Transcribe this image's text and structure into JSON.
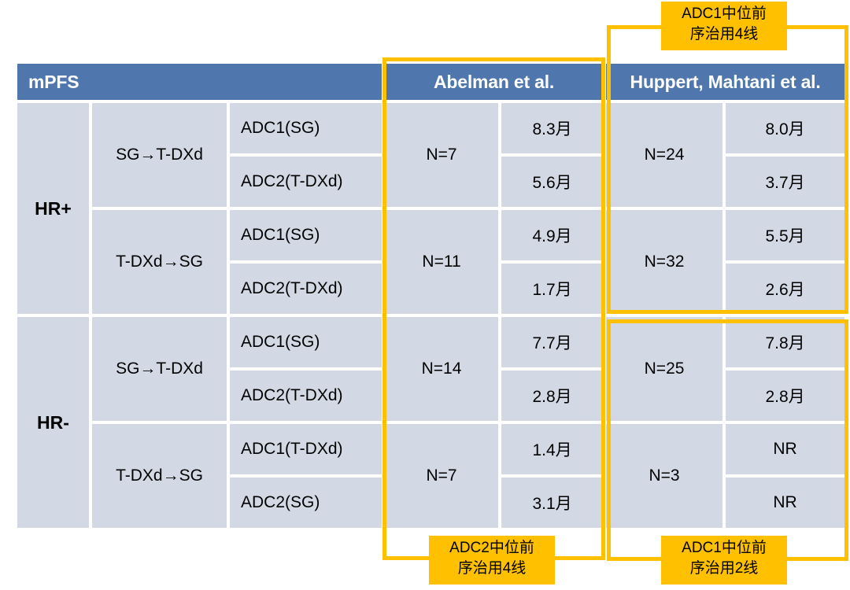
{
  "table": {
    "title": "mPFS",
    "study_columns": [
      "Abelman et al.",
      "Huppert, Mahtani et al."
    ],
    "rows": [
      {
        "group": "HR+",
        "sequence": "SG→T-DXd",
        "adc": "ADC1(SG)",
        "abelman_n": "N=7",
        "abelman_value": "8.3月",
        "huppert_n": "N=24",
        "huppert_value": "8.0月"
      },
      {
        "group": "HR+",
        "sequence": "SG→T-DXd",
        "adc": "ADC2(T-DXd)",
        "abelman_n": "N=7",
        "abelman_value": "5.6月",
        "huppert_n": "N=24",
        "huppert_value": "3.7月"
      },
      {
        "group": "HR+",
        "sequence": "T-DXd→SG",
        "adc": "ADC1(SG)",
        "abelman_n": "N=11",
        "abelman_value": "4.9月",
        "huppert_n": "N=32",
        "huppert_value": "5.5月"
      },
      {
        "group": "HR+",
        "sequence": "T-DXd→SG",
        "adc": "ADC2(T-DXd)",
        "abelman_n": "N=11",
        "abelman_value": "1.7月",
        "huppert_n": "N=32",
        "huppert_value": "2.6月"
      },
      {
        "group": "HR-",
        "sequence": "SG→T-DXd",
        "adc": "ADC1(SG)",
        "abelman_n": "N=14",
        "abelman_value": "7.7月",
        "huppert_n": "N=25",
        "huppert_value": "7.8月"
      },
      {
        "group": "HR-",
        "sequence": "SG→T-DXd",
        "adc": "ADC2(T-DXd)",
        "abelman_n": "N=14",
        "abelman_value": "2.8月",
        "huppert_n": "N=25",
        "huppert_value": "2.8月"
      },
      {
        "group": "HR-",
        "sequence": "T-DXd→SG",
        "adc": "ADC1(T-DXd)",
        "abelman_n": "N=7",
        "abelman_value": "1.4月",
        "huppert_n": "N=3",
        "huppert_value": "NR"
      },
      {
        "group": "HR-",
        "sequence": "T-DXd→SG",
        "adc": "ADC2(SG)",
        "abelman_n": "N=7",
        "abelman_value": "3.1月",
        "huppert_n": "N=3",
        "huppert_value": "NR"
      }
    ]
  },
  "annotations": {
    "top_right": "ADC1中位前\n序治用4线",
    "bottom_left": "ADC2中位前\n序治用4线",
    "bottom_right": "ADC1中位前\n序治用2线"
  },
  "colors": {
    "header_blue": "#4f77ad",
    "highlight_yellow": "#ffc000",
    "cell_dark": "#ced5e3",
    "cell_light": "#e6eaf2",
    "cell_mid": "#d3d9e4"
  }
}
